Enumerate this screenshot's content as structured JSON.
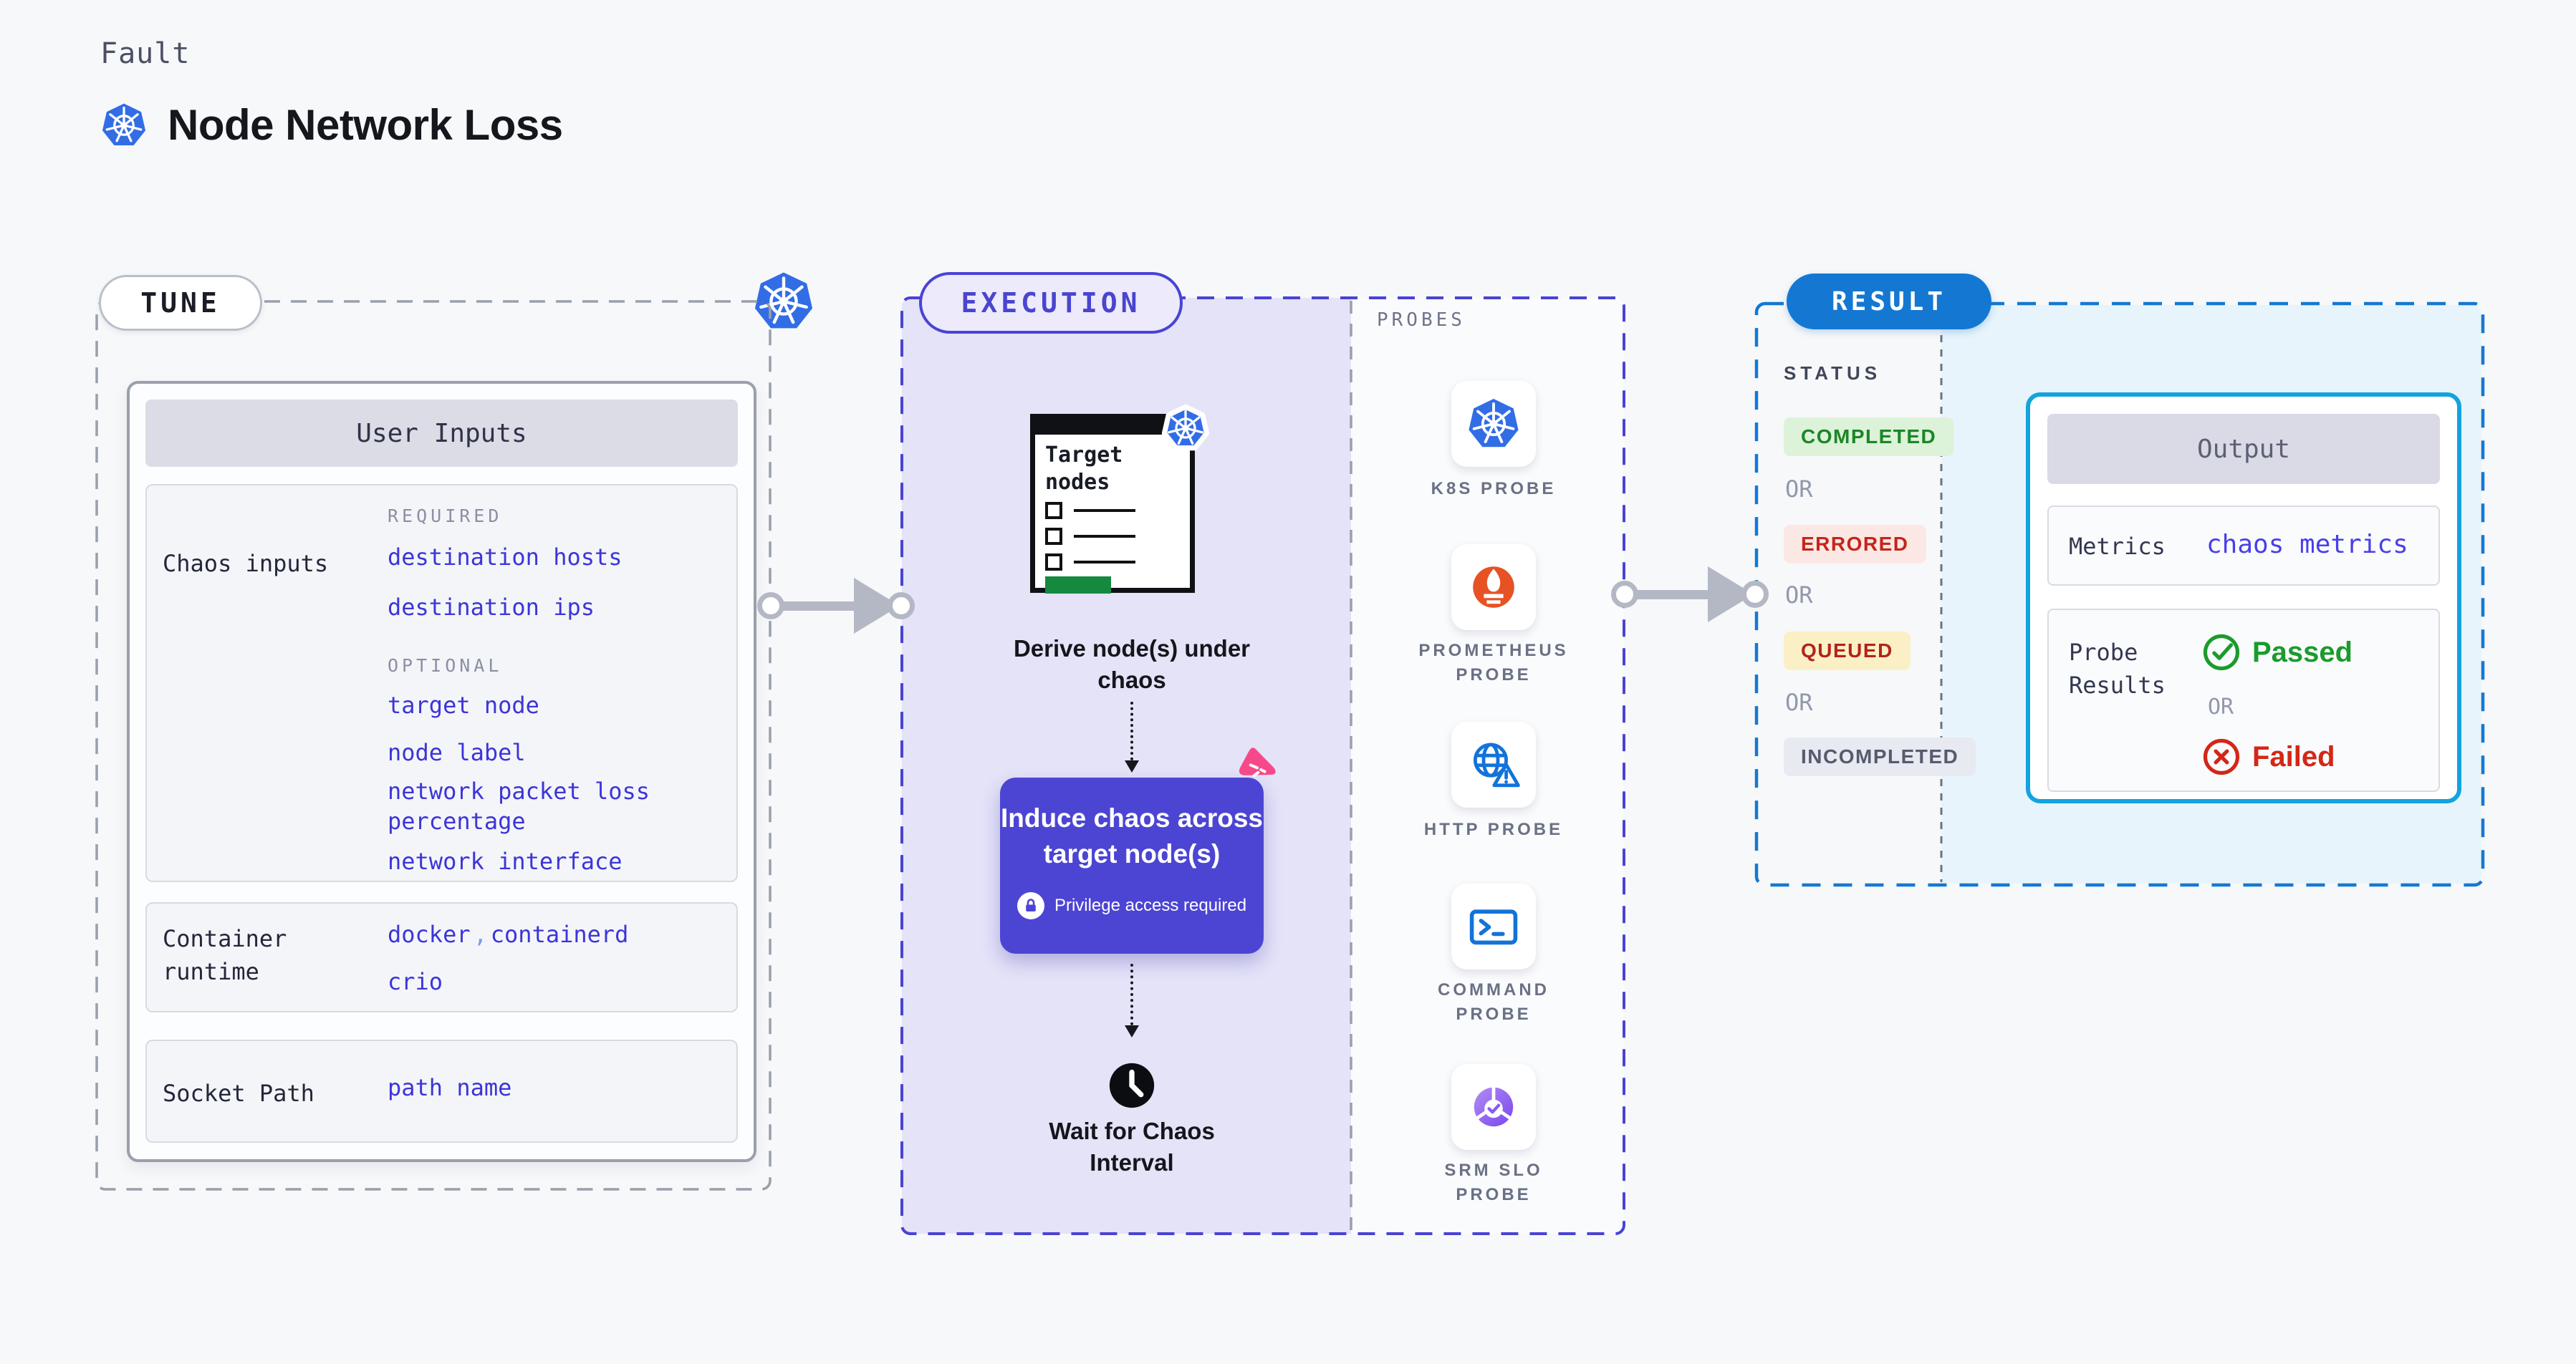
{
  "header": {
    "fault_label": "Fault",
    "title": "Node Network Loss",
    "icon": "kubernetes-icon"
  },
  "tune": {
    "badge": "TUNE",
    "corner_icon": "kubernetes-icon",
    "user_inputs_title": "User Inputs",
    "chaos_inputs": {
      "label": "Chaos inputs",
      "required_label": "REQUIRED",
      "required_links": [
        "destination hosts",
        "destination ips"
      ],
      "optional_label": "OPTIONAL",
      "optional_links": [
        "target node",
        "node label",
        "network packet loss percentage",
        "network interface"
      ]
    },
    "container_runtime": {
      "label": "Container runtime",
      "values": [
        "docker",
        "containerd",
        "crio"
      ],
      "separator": ","
    },
    "socket_path": {
      "label": "Socket Path",
      "value": "path name"
    }
  },
  "execution": {
    "badge": "EXECUTION",
    "target_nodes_title": "Target nodes",
    "target_nodes_icon": "kubernetes-icon",
    "derive_label": "Derive node(s) under chaos",
    "induce_line1": "Induce chaos across",
    "induce_line2": "target node(s)",
    "privilege_label": "Privilege access required",
    "privilege_icon": "lock-icon",
    "chaos_corner_icon": "litmus-chaos-icon",
    "wait_label": "Wait for Chaos Interval",
    "wait_icon": "clock-icon"
  },
  "probes": {
    "title": "PROBES",
    "items": [
      {
        "label": "K8S PROBE",
        "icon": "kubernetes-icon"
      },
      {
        "label": "PROMETHEUS PROBE",
        "icon": "prometheus-icon"
      },
      {
        "label": "HTTP PROBE",
        "icon": "http-globe-warning-icon"
      },
      {
        "label": "COMMAND PROBE",
        "icon": "terminal-icon"
      },
      {
        "label": "SRM SLO PROBE",
        "icon": "slo-gauge-check-icon"
      }
    ]
  },
  "result": {
    "badge": "RESULT",
    "status_label": "STATUS",
    "or_label": "OR",
    "statuses": [
      {
        "label": "COMPLETED",
        "color": "#1b8628",
        "background": "#dcf2d9"
      },
      {
        "label": "ERRORED",
        "color": "#c5251b",
        "background": "#fbe8e5"
      },
      {
        "label": "QUEUED",
        "color": "#b2231c",
        "background": "#fbf0c5"
      },
      {
        "label": "INCOMPLETED",
        "color": "#565b6e",
        "background": "#e8eaf1"
      }
    ],
    "output": {
      "title": "Output",
      "metrics_label": "Metrics",
      "metrics_value": "chaos metrics",
      "probe_results_label": "Probe Results",
      "passed_label": "Passed",
      "failed_label": "Failed",
      "passed_icon": "check-circle-icon",
      "failed_icon": "x-circle-icon"
    }
  },
  "colors": {
    "background": "#f7f8fa",
    "link": "#3c35d8",
    "execution_fill": "#e4e3f8",
    "execution_accent": "#4a43d4",
    "induce_box": "#4c45d3",
    "result_accent": "#1478d2",
    "output_border": "#13a3de",
    "result_fill": "#e7f4fb",
    "kubernetes_blue": "#326de6",
    "prometheus_orange": "#e75225",
    "probe_blue": "#1273d9",
    "chaos_pink": "#f7498a",
    "passed_green": "#1b9b2c",
    "failed_red": "#d32717",
    "connector_gray": "#b4b8c5"
  }
}
